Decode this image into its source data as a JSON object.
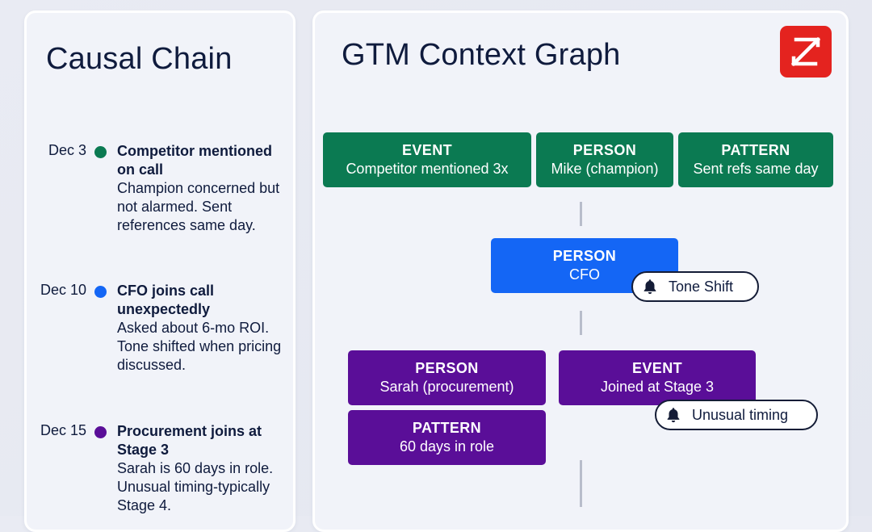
{
  "left_panel": {
    "title": "Causal Chain",
    "items": [
      {
        "date": "Dec 3",
        "color": "#0b7a52",
        "heading": "Competitor mentioned on call",
        "body": "Champion concerned but not alarmed. Sent references same day."
      },
      {
        "date": "Dec 10",
        "color": "#1466f5",
        "heading": "CFO joins call unexpectedly",
        "body": "Asked about 6-mo ROI. Tone shifted when pricing discussed."
      },
      {
        "date": "Dec 15",
        "color": "#5a0e98",
        "heading": "Procurement joins at Stage 3",
        "body": "Sarah is 60 days in role. Unusual timing-typically Stage 4."
      }
    ]
  },
  "right_panel": {
    "title": "GTM Context Graph",
    "logo_icon": "zoominfo-logo-icon",
    "nodes": [
      {
        "type": "EVENT",
        "label": "Competitor mentioned 3x",
        "color": "#0b7a52"
      },
      {
        "type": "PERSON",
        "label": "Mike (champion)",
        "color": "#0b7a52"
      },
      {
        "type": "PATTERN",
        "label": "Sent refs same day",
        "color": "#0b7a52"
      },
      {
        "type": "PERSON",
        "label": "CFO",
        "color": "#1466f5"
      },
      {
        "type": "PERSON",
        "label": "Sarah (procurement)",
        "color": "#5a0e98"
      },
      {
        "type": "EVENT",
        "label": "Joined at Stage 3",
        "color": "#5a0e98"
      },
      {
        "type": "PATTERN",
        "label": "60 days in role",
        "color": "#5a0e98"
      }
    ],
    "alerts": [
      {
        "label": "Tone Shift",
        "icon": "bell-icon"
      },
      {
        "label": "Unusual timing",
        "icon": "bell-icon"
      }
    ]
  }
}
